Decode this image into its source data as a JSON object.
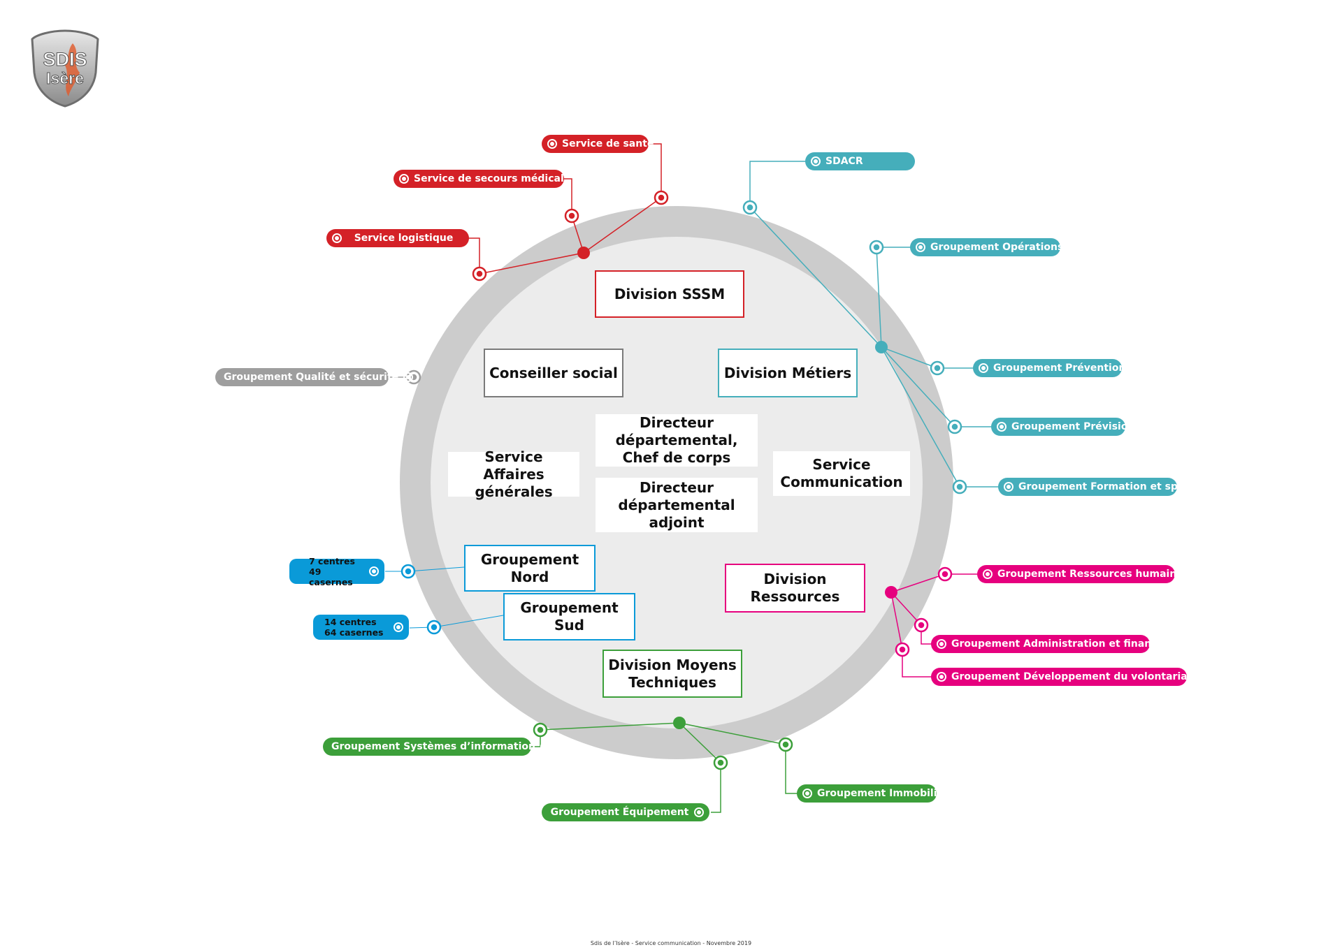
{
  "logo": {
    "line1": "SDIS",
    "line2": "Isère"
  },
  "colors": {
    "red": "#d42127",
    "teal": "#45aebb",
    "pink": "#e6007e",
    "green": "#3c9f3a",
    "blue": "#0a9ad8",
    "gray": "#9e9e9e",
    "ring": "#cccccc",
    "inner": "#ececec"
  },
  "center": {
    "director": "Directeur\ndépartemental,\nChef de corps",
    "deputy": "Directeur\ndépartemental\nadjoint",
    "service_ag": "Service\nAffaires générales",
    "service_com": "Service\nCommunication"
  },
  "boxes": {
    "sssm": "Division SSSM",
    "social": "Conseiller social",
    "metiers": "Division Métiers",
    "nord": "Groupement Nord",
    "sud": "Groupement Sud",
    "ressources": "Division Ressources",
    "moyens": "Division Moyens\nTechniques"
  },
  "labels": {
    "sante": "Service de santé",
    "secours": "Service de secours médical",
    "logistique": "Service logistique",
    "sdacr": "SDACR",
    "operations": "Groupement Opérations",
    "prevention": "Groupement Prévention",
    "prevision": "Groupement Prévision",
    "formation": "Groupement Formation et sport",
    "qualite": "Groupement Qualité et sécurité",
    "nord_counts": "7 centres\n49 casernes",
    "sud_counts": "14 centres\n64 casernes",
    "rh": "Groupement Ressources humaines",
    "admin": "Groupement Administration et finances",
    "volontariat": "Groupement Développement du volontariat",
    "si": "Groupement Systèmes d’information",
    "equipement": "Groupement Équipement",
    "immobilier": "Groupement Immobilier"
  },
  "footer": "Sdis de l’Isère - Service communication - Novembre 2019"
}
